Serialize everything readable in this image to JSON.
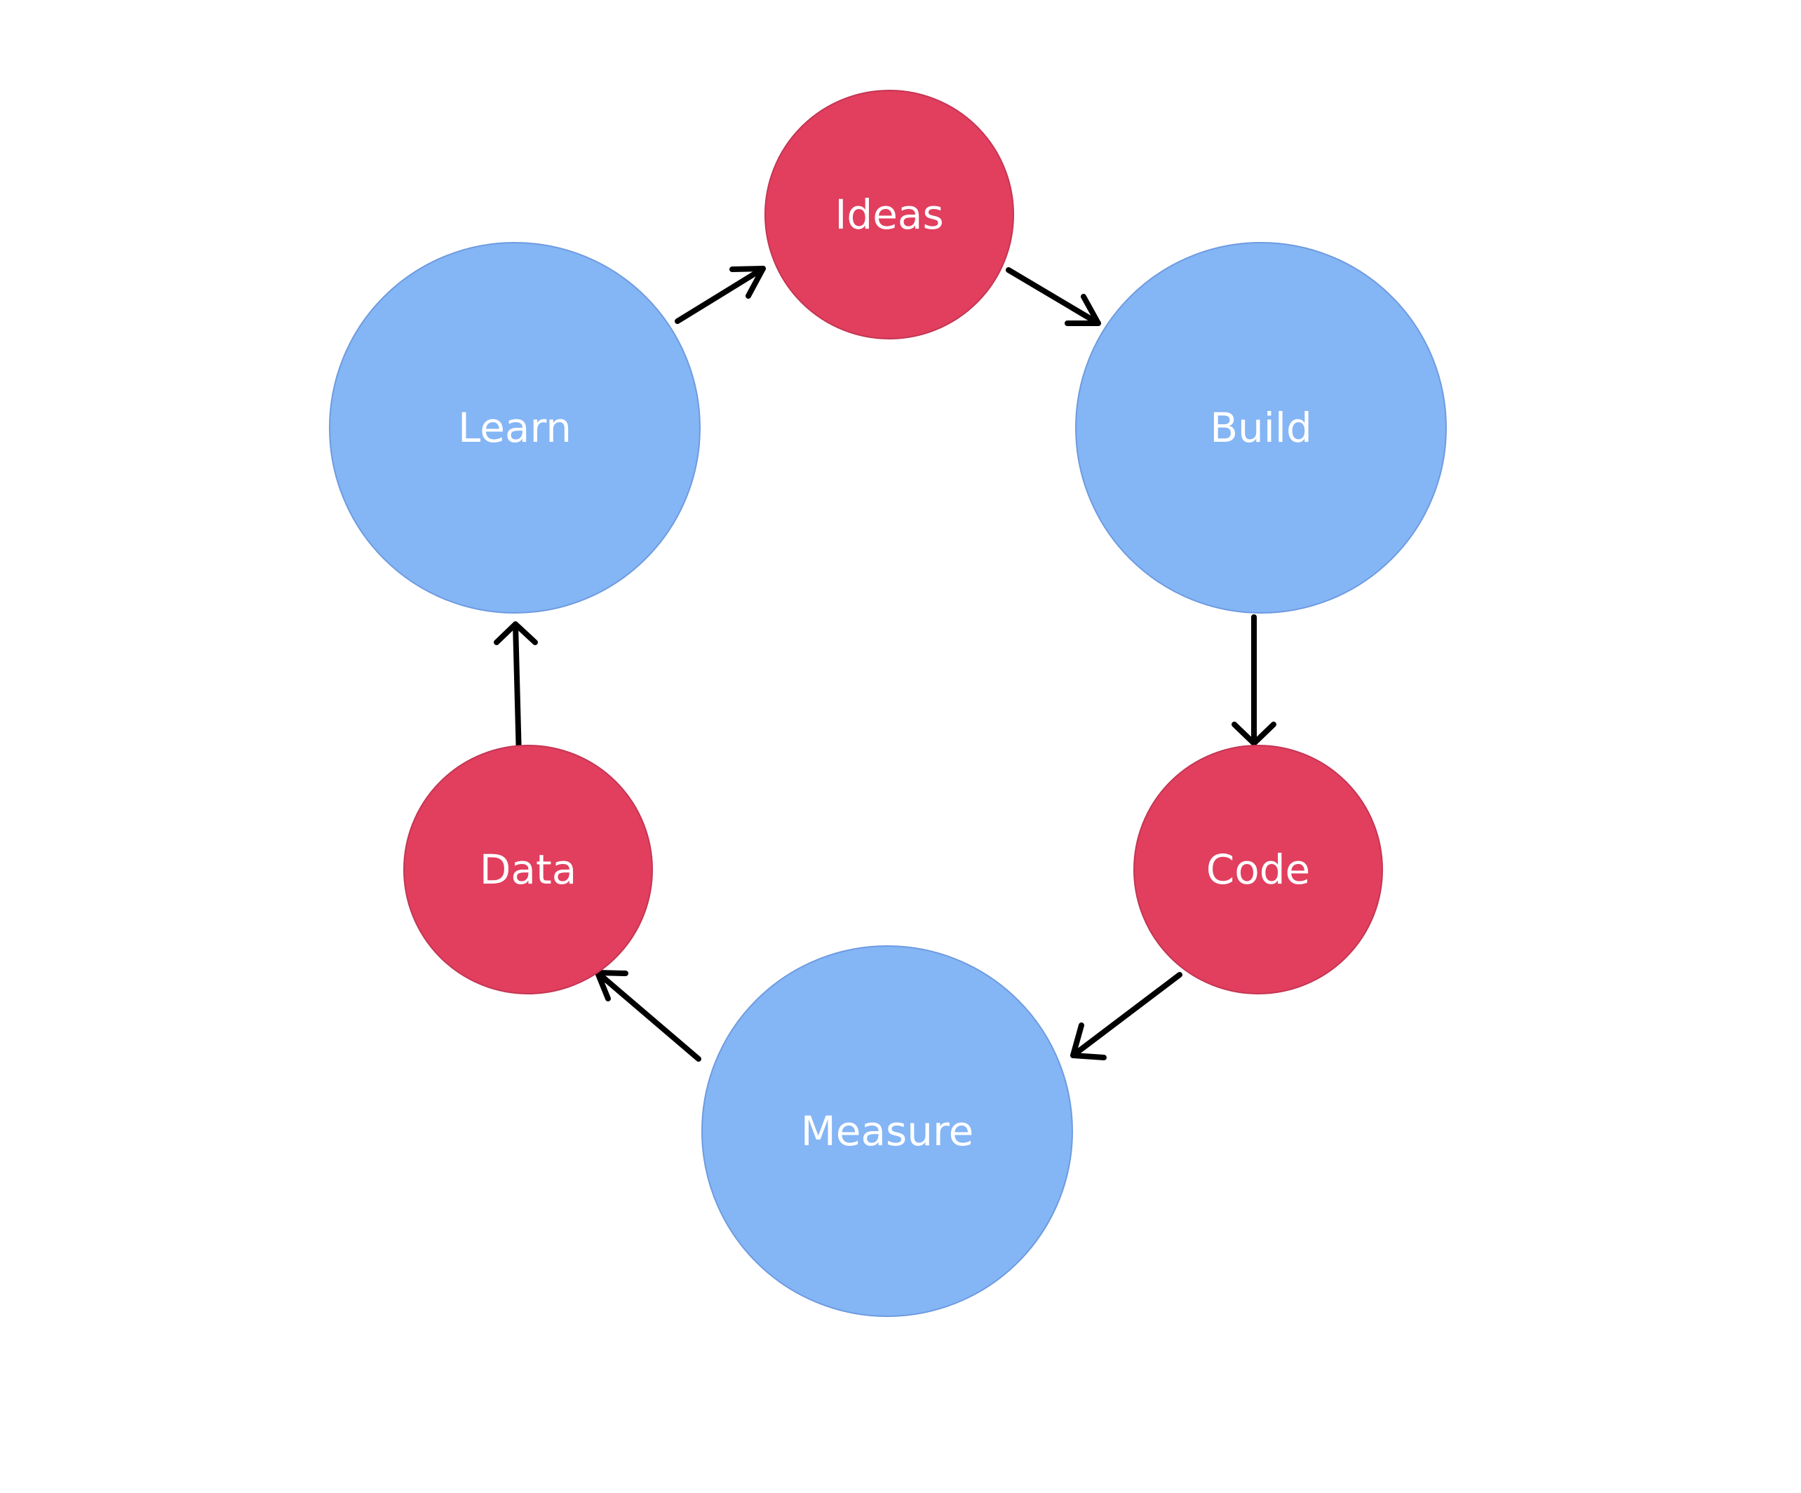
{
  "colors": {
    "big_fill": "#84b5f5",
    "small_fill": "#e23e5e",
    "arrow": "#000000",
    "label": "#ffffff"
  },
  "nodes": {
    "ideas": {
      "label": "Ideas"
    },
    "build": {
      "label": "Build"
    },
    "code": {
      "label": "Code"
    },
    "measure": {
      "label": "Measure"
    },
    "data": {
      "label": "Data"
    },
    "learn": {
      "label": "Learn"
    }
  },
  "edges": [
    {
      "from": "Learn",
      "to": "Ideas"
    },
    {
      "from": "Ideas",
      "to": "Build"
    },
    {
      "from": "Build",
      "to": "Code"
    },
    {
      "from": "Code",
      "to": "Measure"
    },
    {
      "from": "Measure",
      "to": "Data"
    },
    {
      "from": "Data",
      "to": "Learn"
    }
  ]
}
